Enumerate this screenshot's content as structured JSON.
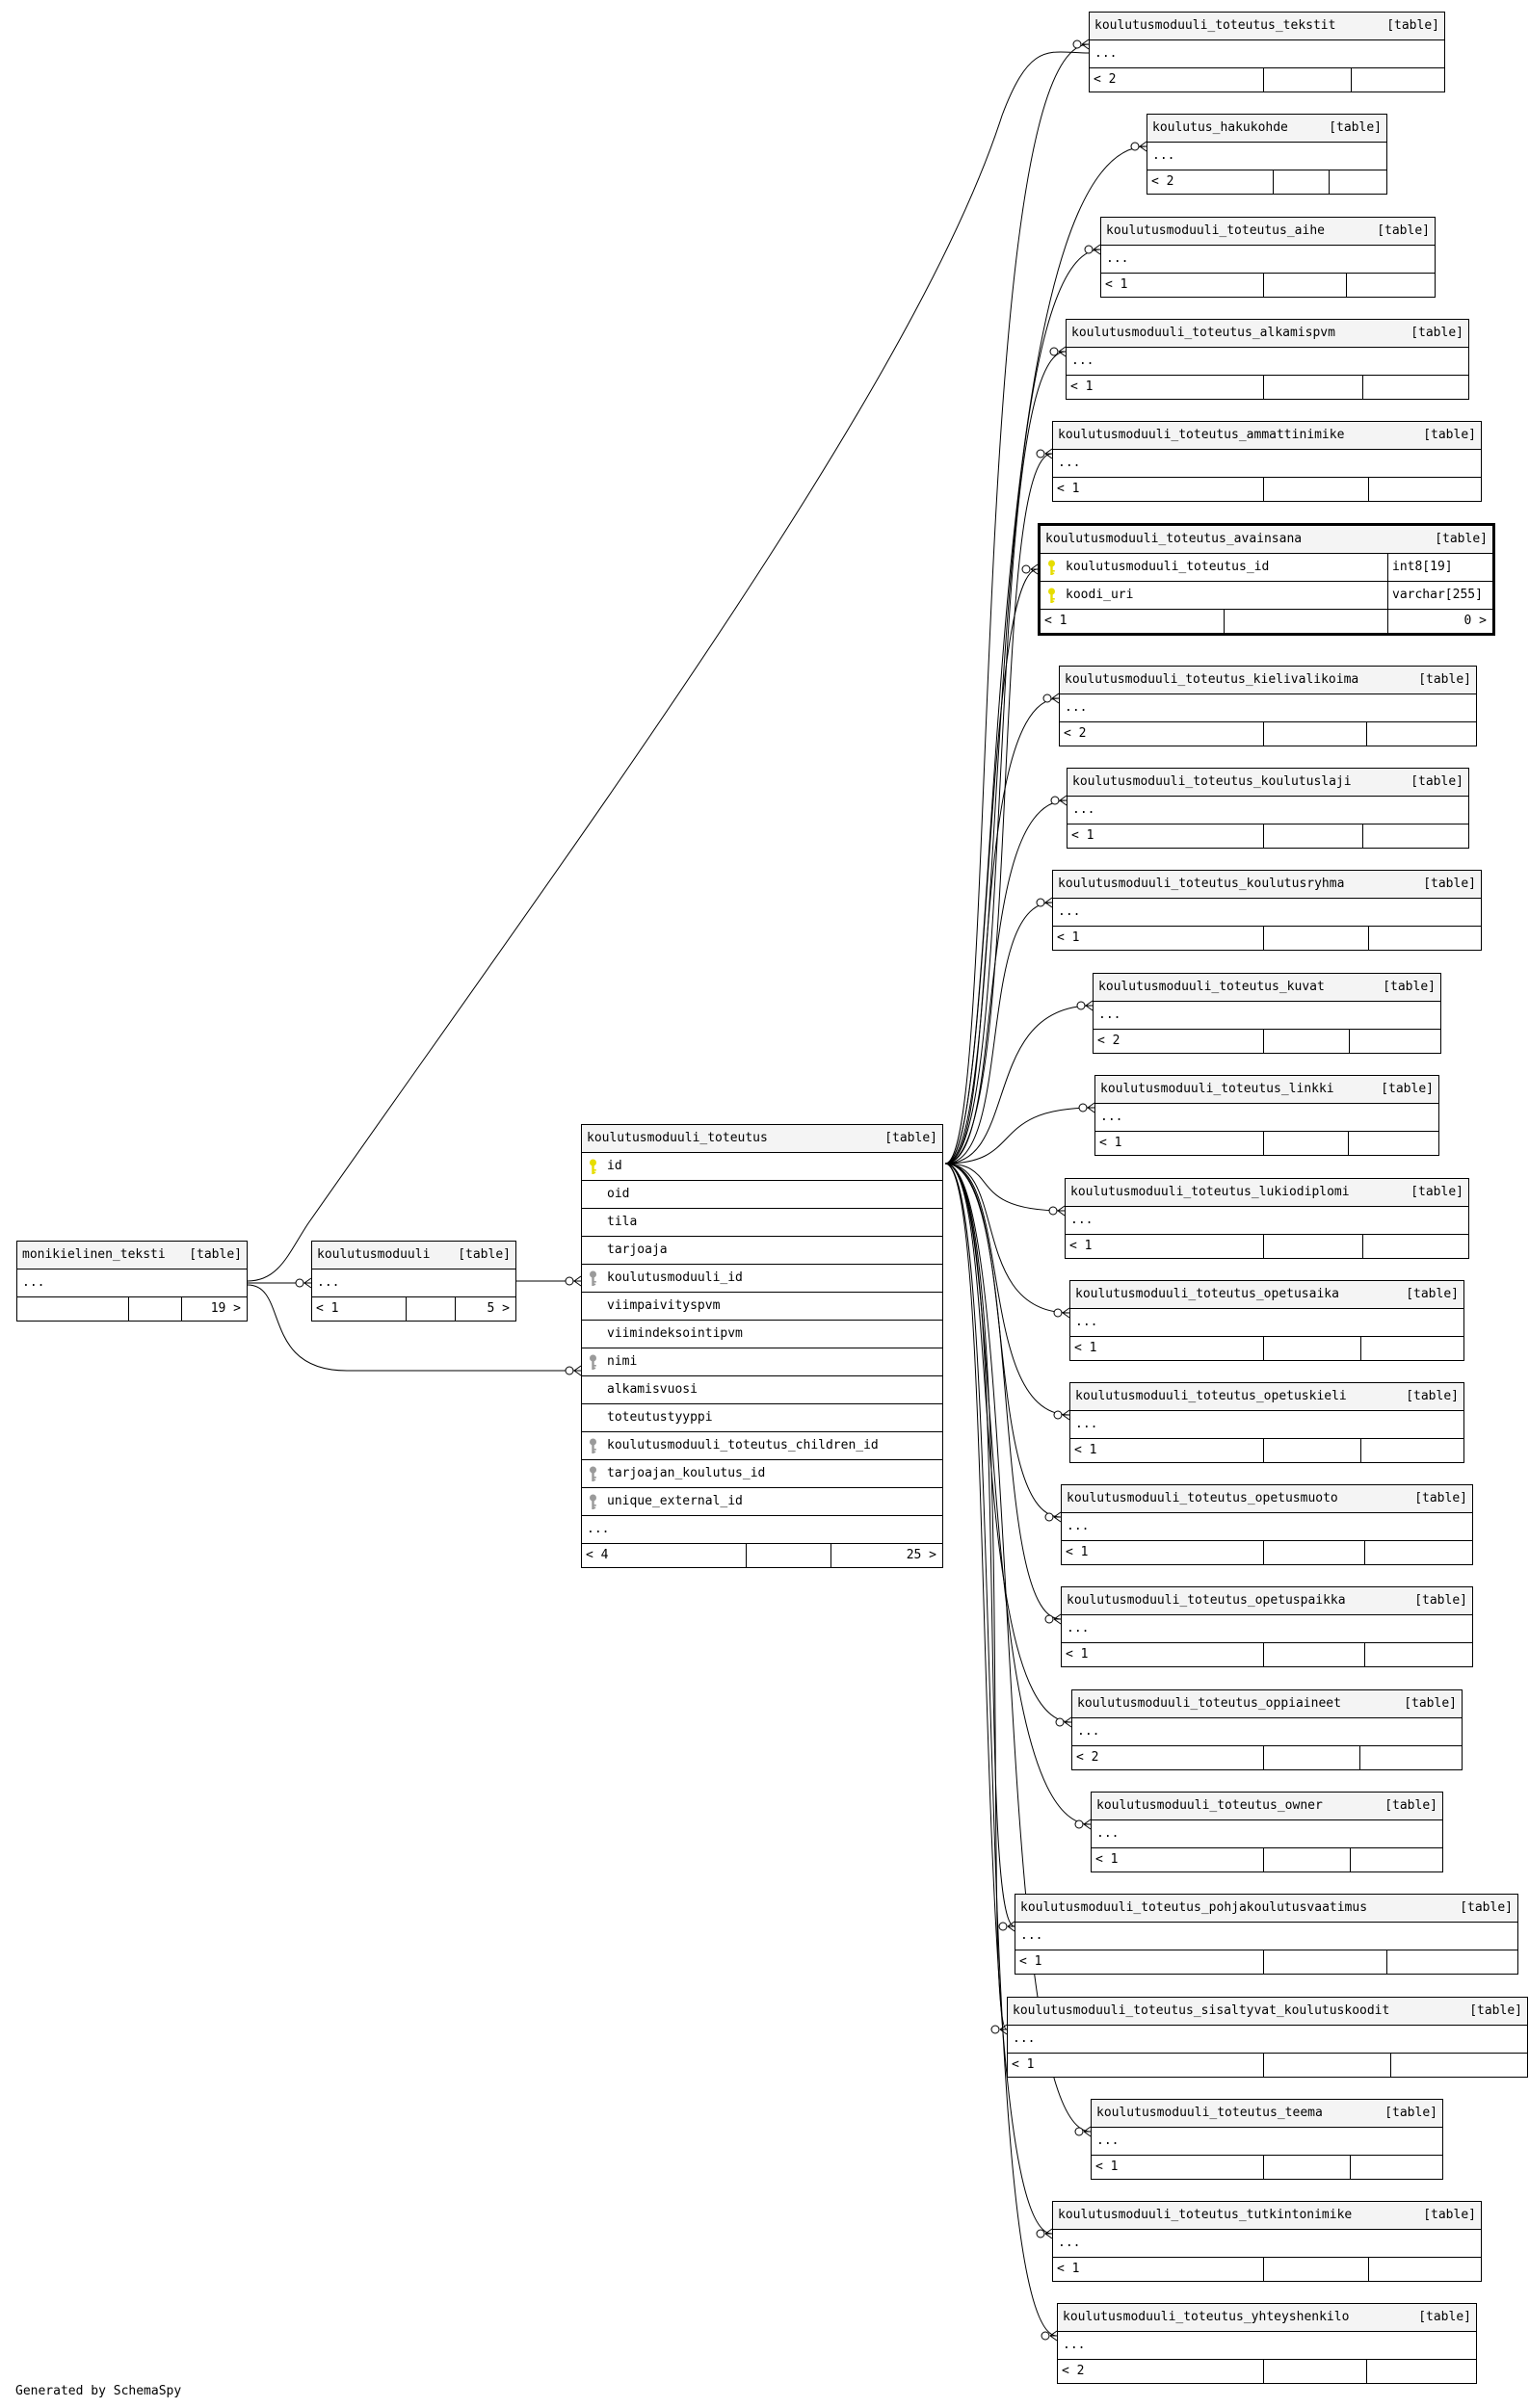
{
  "footer_text": "Generated by SchemaSpy",
  "colors": {
    "border": "#000000",
    "header_bg": "#f4f4f4",
    "pk_key": "#e6dd00",
    "fk_key": "#9a9a9a"
  },
  "center_table": {
    "name": "koulutusmoduuli_toteutus",
    "tag": "[table]",
    "columns": [
      {
        "name": "id",
        "key": "pk"
      },
      {
        "name": "oid",
        "key": ""
      },
      {
        "name": "tila",
        "key": ""
      },
      {
        "name": "tarjoaja",
        "key": ""
      },
      {
        "name": "koulutusmoduuli_id",
        "key": "fk"
      },
      {
        "name": "viimpaivityspvm",
        "key": ""
      },
      {
        "name": "viimindeksointipvm",
        "key": ""
      },
      {
        "name": "nimi",
        "key": "fk"
      },
      {
        "name": "alkamisvuosi",
        "key": ""
      },
      {
        "name": "toteutustyyppi",
        "key": ""
      },
      {
        "name": "koulutusmoduuli_toteutus_children_id",
        "key": "fk"
      },
      {
        "name": "tarjoajan_koulutus_id",
        "key": "fk"
      },
      {
        "name": "unique_external_id",
        "key": "fk"
      }
    ],
    "ellipsis": "...",
    "parents": "< 4",
    "children": "25 >"
  },
  "left_tables": [
    {
      "name": "monikielinen_teksti",
      "tag": "[table]",
      "ellipsis": "...",
      "parents": "",
      "children": "19 >"
    },
    {
      "name": "koulutusmoduuli",
      "tag": "[table]",
      "ellipsis": "...",
      "parents": "< 1",
      "children": "5 >"
    }
  ],
  "focus_table": {
    "name": "koulutusmoduuli_toteutus_avainsana",
    "tag": "[table]",
    "columns": [
      {
        "name": "koulutusmoduuli_toteutus_id",
        "type": "int8[19]"
      },
      {
        "name": "koodi_uri",
        "type": "varchar[255]"
      }
    ],
    "parents": "< 1",
    "children": "0 >"
  },
  "child_tables": [
    {
      "name": "koulutusmoduuli_toteutus_tekstit",
      "tag": "[table]",
      "ellipsis": "...",
      "parents": "< 2"
    },
    {
      "name": "koulutus_hakukohde",
      "tag": "[table]",
      "ellipsis": "...",
      "parents": "< 2"
    },
    {
      "name": "koulutusmoduuli_toteutus_aihe",
      "tag": "[table]",
      "ellipsis": "...",
      "parents": "< 1"
    },
    {
      "name": "koulutusmoduuli_toteutus_alkamispvm",
      "tag": "[table]",
      "ellipsis": "...",
      "parents": "< 1"
    },
    {
      "name": "koulutusmoduuli_toteutus_ammattinimike",
      "tag": "[table]",
      "ellipsis": "...",
      "parents": "< 1"
    },
    {
      "name": "koulutusmoduuli_toteutus_kielivalikoima",
      "tag": "[table]",
      "ellipsis": "...",
      "parents": "< 2"
    },
    {
      "name": "koulutusmoduuli_toteutus_koulutuslaji",
      "tag": "[table]",
      "ellipsis": "...",
      "parents": "< 1"
    },
    {
      "name": "koulutusmoduuli_toteutus_koulutusryhma",
      "tag": "[table]",
      "ellipsis": "...",
      "parents": "< 1"
    },
    {
      "name": "koulutusmoduuli_toteutus_kuvat",
      "tag": "[table]",
      "ellipsis": "...",
      "parents": "< 2"
    },
    {
      "name": "koulutusmoduuli_toteutus_linkki",
      "tag": "[table]",
      "ellipsis": "...",
      "parents": "< 1"
    },
    {
      "name": "koulutusmoduuli_toteutus_lukiodiplomi",
      "tag": "[table]",
      "ellipsis": "...",
      "parents": "< 1"
    },
    {
      "name": "koulutusmoduuli_toteutus_opetusaika",
      "tag": "[table]",
      "ellipsis": "...",
      "parents": "< 1"
    },
    {
      "name": "koulutusmoduuli_toteutus_opetuskieli",
      "tag": "[table]",
      "ellipsis": "...",
      "parents": "< 1"
    },
    {
      "name": "koulutusmoduuli_toteutus_opetusmuoto",
      "tag": "[table]",
      "ellipsis": "...",
      "parents": "< 1"
    },
    {
      "name": "koulutusmoduuli_toteutus_opetuspaikka",
      "tag": "[table]",
      "ellipsis": "...",
      "parents": "< 1"
    },
    {
      "name": "koulutusmoduuli_toteutus_oppiaineet",
      "tag": "[table]",
      "ellipsis": "...",
      "parents": "< 2"
    },
    {
      "name": "koulutusmoduuli_toteutus_owner",
      "tag": "[table]",
      "ellipsis": "...",
      "parents": "< 1"
    },
    {
      "name": "koulutusmoduuli_toteutus_pohjakoulutusvaatimus",
      "tag": "[table]",
      "ellipsis": "...",
      "parents": "< 1"
    },
    {
      "name": "koulutusmoduuli_toteutus_sisaltyvat_koulutuskoodit",
      "tag": "[table]",
      "ellipsis": "...",
      "parents": "< 1"
    },
    {
      "name": "koulutusmoduuli_toteutus_teema",
      "tag": "[table]",
      "ellipsis": "...",
      "parents": "< 1"
    },
    {
      "name": "koulutusmoduuli_toteutus_tutkintonimike",
      "tag": "[table]",
      "ellipsis": "...",
      "parents": "< 1"
    },
    {
      "name": "koulutusmoduuli_toteutus_yhteyshenkilo",
      "tag": "[table]",
      "ellipsis": "...",
      "parents": "< 2"
    }
  ]
}
